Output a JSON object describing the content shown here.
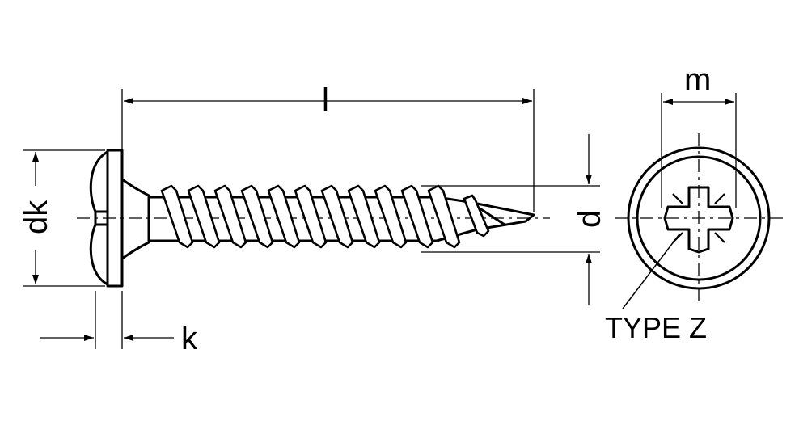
{
  "diagram": {
    "labels": {
      "length": "l",
      "head_diameter": "dk",
      "head_height": "k",
      "thread_diameter": "d",
      "recess_width": "m",
      "recess_type": "TYPE Z"
    },
    "stroke_color": "#000000",
    "background_color": "#ffffff"
  }
}
